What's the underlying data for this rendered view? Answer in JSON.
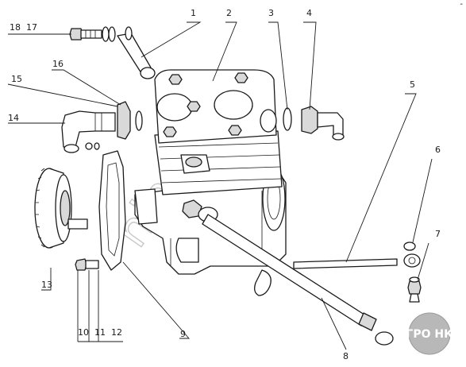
{
  "diagram": {
    "labels": [
      {
        "id": "label-1",
        "text": "1"
      },
      {
        "id": "label-2",
        "text": "2"
      },
      {
        "id": "label-3",
        "text": "3"
      },
      {
        "id": "label-4",
        "text": "4"
      },
      {
        "id": "label-5",
        "text": "5"
      },
      {
        "id": "label-6",
        "text": "6"
      },
      {
        "id": "label-7",
        "text": "7"
      },
      {
        "id": "label-8",
        "text": "8"
      },
      {
        "id": "label-9",
        "text": "9"
      },
      {
        "id": "label-13",
        "text": "13"
      },
      {
        "id": "label-14",
        "text": "14"
      },
      {
        "id": "label-15",
        "text": "15"
      },
      {
        "id": "label-16",
        "text": "16"
      },
      {
        "id": "label-18-17",
        "text": "18  17"
      },
      {
        "id": "label-10-11-12",
        "text": "10  11  12"
      }
    ],
    "watermark": "hinatoy",
    "logo": "АГРО НКА",
    "corner_mark": "-"
  }
}
